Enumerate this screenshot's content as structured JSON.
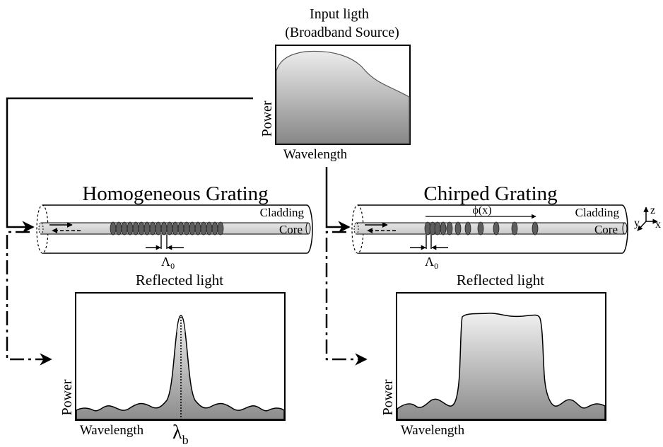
{
  "input": {
    "title_line1": "Input ligth",
    "title_line2": "(Broadband Source)",
    "ylabel": "Power",
    "xlabel": "Wavelength"
  },
  "homogeneous": {
    "title": "Homogeneous Grating",
    "cladding_label": "Cladding",
    "core_label": "Core",
    "period_label": "Λ",
    "period_sub": "0",
    "reflected_title": "Reflected light",
    "ylabel": "Power",
    "xlabel": "Wavelength",
    "bragg_label": "λ",
    "bragg_sub": "b"
  },
  "chirped": {
    "title": "Chirped Grating",
    "cladding_label": "Cladding",
    "core_label": "Core",
    "phase_label": "ϕ(x)",
    "period_label": "Λ",
    "period_sub": "0",
    "reflected_title": "Reflected light",
    "ylabel": "Power",
    "xlabel": "Wavelength"
  },
  "axes": {
    "z": "z",
    "y": "y",
    "x": "x"
  },
  "colors": {
    "fill_light": "#e6e6e6",
    "fill_dark": "#8a8a8a",
    "fiber": "#d9d9d9",
    "grating": "#555555",
    "line": "#000000"
  }
}
